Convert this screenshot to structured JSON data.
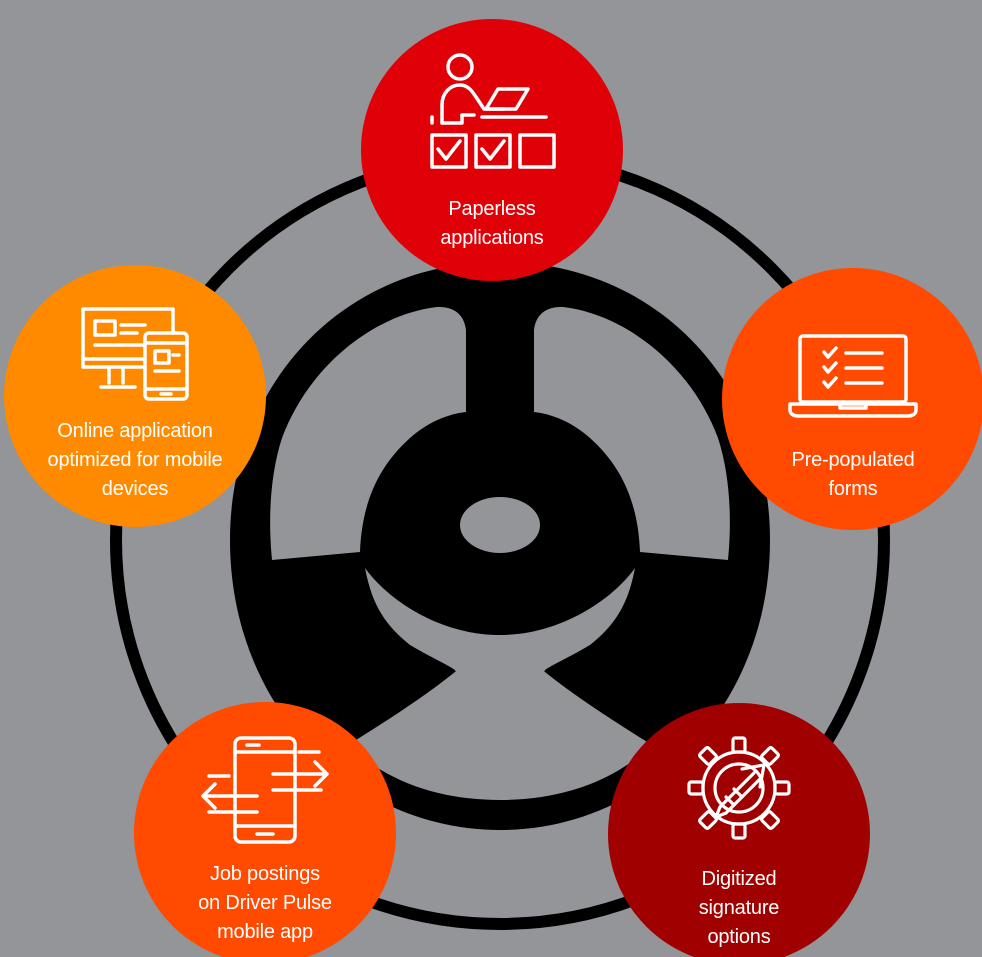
{
  "colors": {
    "background": "#939598",
    "ring": "#000000",
    "wheel": "#000000",
    "red": "#e00008",
    "orange_light": "#ff8a00",
    "orange_red": "#ff4a00",
    "dark_red": "#a00000",
    "icon": "#ffffff"
  },
  "nodes": [
    {
      "id": "paperless",
      "icon": "person-at-laptop-checkboxes-icon",
      "color": "#e00008",
      "lines": [
        "Paperless",
        "applications"
      ]
    },
    {
      "id": "prepopulated",
      "icon": "laptop-checklist-icon",
      "color": "#ff4a00",
      "lines": [
        "Pre-populated",
        "forms"
      ]
    },
    {
      "id": "digitized",
      "icon": "gear-pen-icon",
      "color": "#a00000",
      "lines": [
        "Digitized",
        "signature",
        "options"
      ]
    },
    {
      "id": "jobpostings",
      "icon": "phone-arrows-icon",
      "color": "#ff4a00",
      "lines": [
        "Job postings",
        "on Driver Pulse",
        "mobile app"
      ]
    },
    {
      "id": "online",
      "icon": "monitor-and-phone-icon",
      "color": "#ff8a00",
      "lines": [
        "Online application",
        "optimized for mobile",
        "devices"
      ]
    }
  ]
}
